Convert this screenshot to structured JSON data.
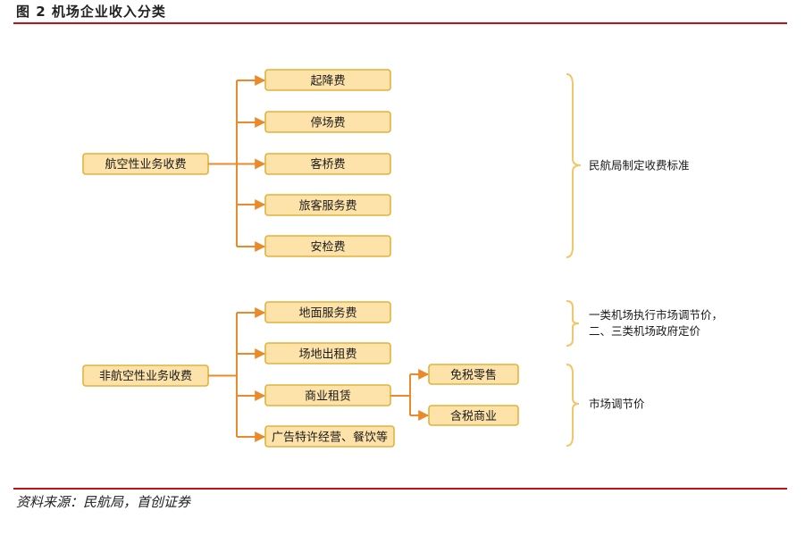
{
  "header": {
    "title": "图 2  机场企业收入分类"
  },
  "footer": {
    "source": "资料来源：民航局，首创证券"
  },
  "colors": {
    "rule": "#c0121b",
    "box_fill": "#fde3aa",
    "box_border": "#e2b23c",
    "connector": "#eb8a2a",
    "brace": "#f2c66a"
  },
  "diagram": {
    "aero": {
      "label": "航空性业务收费",
      "items": [
        "起降费",
        "停场费",
        "客桥费",
        "旅客服务费",
        "安检费"
      ],
      "note": "民航局制定收费标准"
    },
    "nonaero": {
      "label": "非航空性业务收费",
      "items": [
        "地面服务费",
        "场地出租费",
        "商业租赁",
        "广告特许经营、餐饮等"
      ],
      "commercial_sub": [
        "免税零售",
        "含税商业"
      ],
      "note_top_line1": "一类机场执行市场调节价，",
      "note_top_line2": "二、三类机场政府定价",
      "note_bottom": "市场调节价"
    }
  }
}
